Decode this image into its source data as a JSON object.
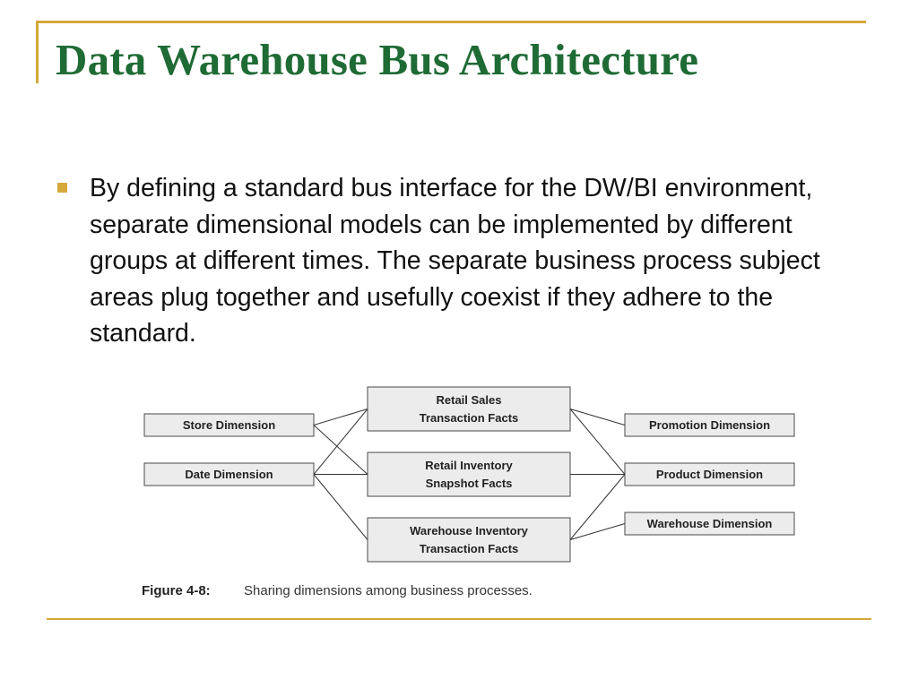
{
  "title": "Data Warehouse Bus Architecture",
  "bullets": [
    "By defining a standard bus interface for the DW/BI environment, separate dimensional models can be implemented by different groups at different times. The separate business process subject areas plug together and usefully coexist if they adhere to the standard."
  ],
  "colors": {
    "title": "#1f6b35",
    "accent": "#d6a83a",
    "box_fill": "#ececec",
    "box_stroke": "#4a4a4a"
  },
  "diagram": {
    "left_dimensions": [
      {
        "id": "store",
        "lines": [
          "Store Dimension"
        ]
      },
      {
        "id": "date",
        "lines": [
          "Date Dimension"
        ]
      }
    ],
    "facts": [
      {
        "id": "retail-sales",
        "lines": [
          "Retail Sales",
          "Transaction Facts"
        ]
      },
      {
        "id": "retail-inventory",
        "lines": [
          "Retail Inventory",
          "Snapshot Facts"
        ]
      },
      {
        "id": "warehouse-inventory",
        "lines": [
          "Warehouse Inventory",
          "Transaction Facts"
        ]
      }
    ],
    "right_dimensions": [
      {
        "id": "promotion",
        "lines": [
          "Promotion Dimension"
        ]
      },
      {
        "id": "product",
        "lines": [
          "Product Dimension"
        ]
      },
      {
        "id": "warehouse",
        "lines": [
          "Warehouse Dimension"
        ]
      }
    ],
    "connections": [
      [
        "store",
        "retail-sales"
      ],
      [
        "store",
        "retail-inventory"
      ],
      [
        "date",
        "retail-sales"
      ],
      [
        "date",
        "retail-inventory"
      ],
      [
        "date",
        "warehouse-inventory"
      ],
      [
        "retail-sales",
        "promotion"
      ],
      [
        "retail-sales",
        "product"
      ],
      [
        "retail-inventory",
        "product"
      ],
      [
        "warehouse-inventory",
        "product"
      ],
      [
        "warehouse-inventory",
        "warehouse"
      ]
    ]
  },
  "caption": {
    "label": "Figure 4-8:",
    "text": "Sharing dimensions among business processes."
  }
}
